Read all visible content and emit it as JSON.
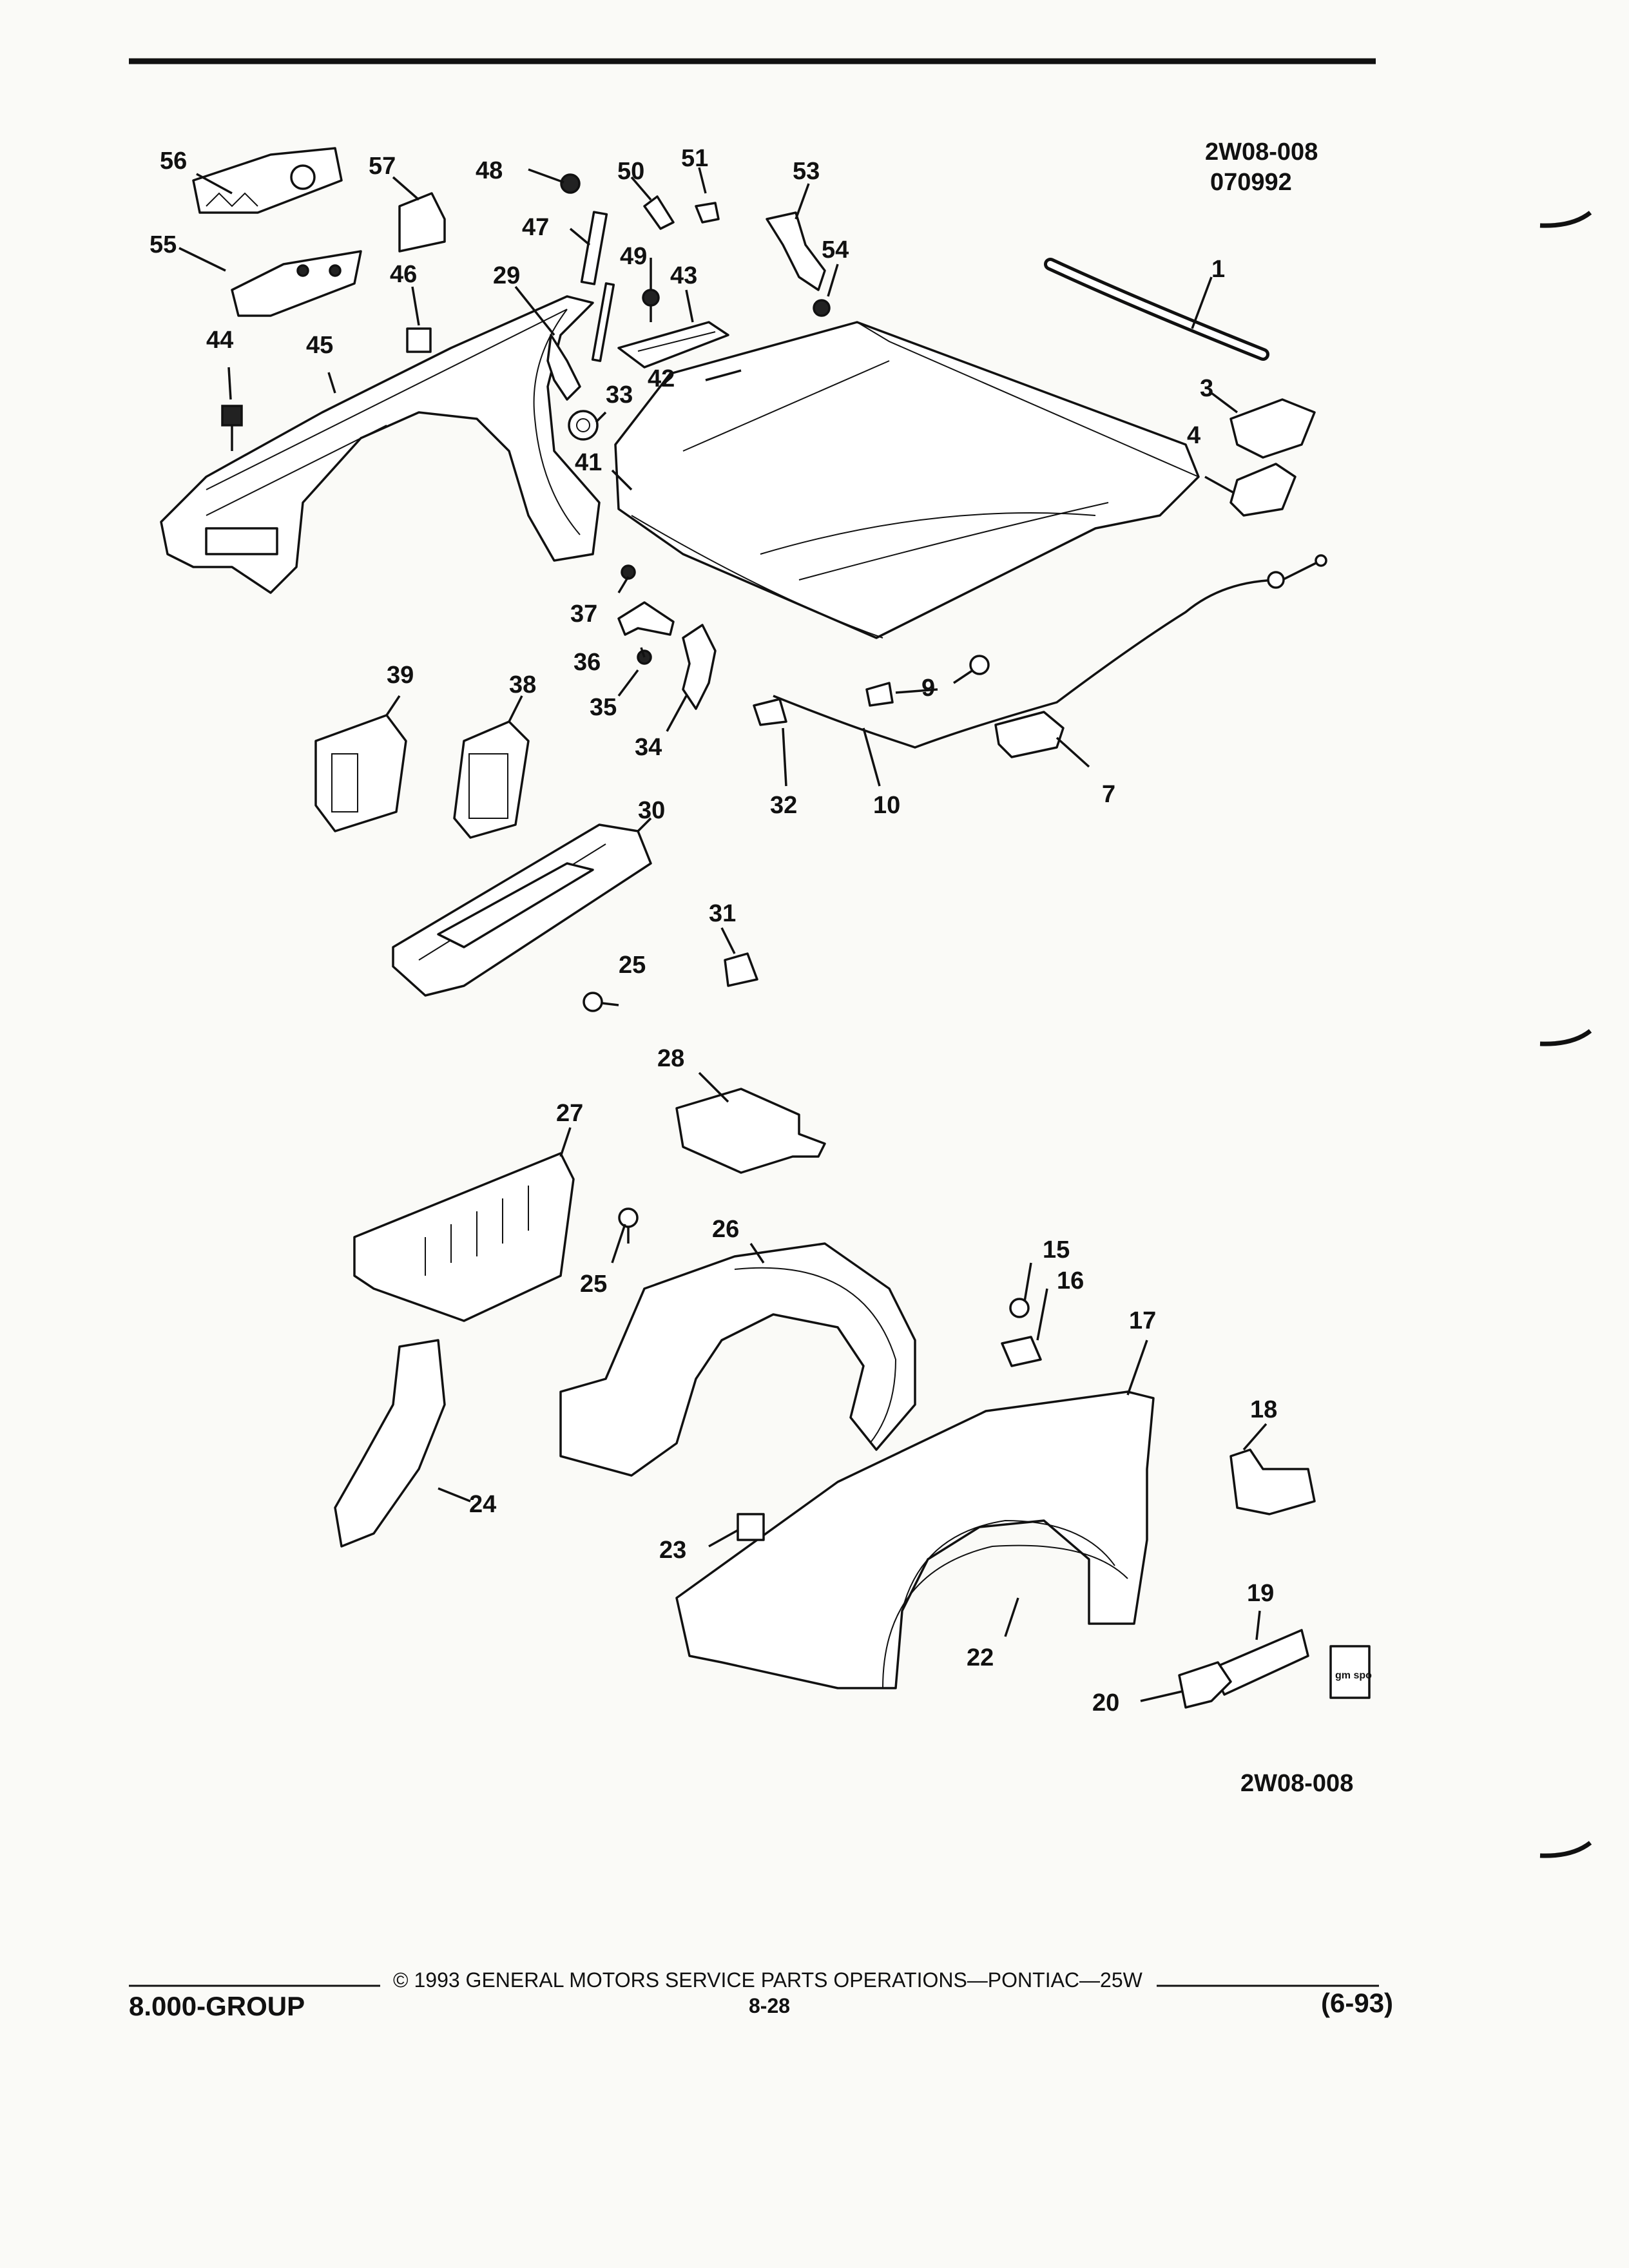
{
  "figure": {
    "code_top": "2W08-008",
    "date_code": "070992",
    "code_bottom": "2W08-008",
    "logo_text": "gm spo",
    "callouts": [
      "1",
      "3",
      "4",
      "7",
      "9",
      "10",
      "15",
      "16",
      "17",
      "18",
      "19",
      "20",
      "22",
      "23",
      "24",
      "25",
      "25",
      "26",
      "27",
      "28",
      "29",
      "30",
      "31",
      "32",
      "33",
      "34",
      "35",
      "36",
      "37",
      "38",
      "39",
      "41",
      "42",
      "43",
      "44",
      "45",
      "46",
      "47",
      "48",
      "49",
      "50",
      "51",
      "53",
      "54",
      "55",
      "56",
      "57"
    ]
  },
  "footer": {
    "copyright": "© 1993 GENERAL MOTORS SERVICE PARTS OPERATIONS—PONTIAC—25W",
    "group": "8.000-GROUP",
    "page": "8-28",
    "date": "(6-93)"
  }
}
